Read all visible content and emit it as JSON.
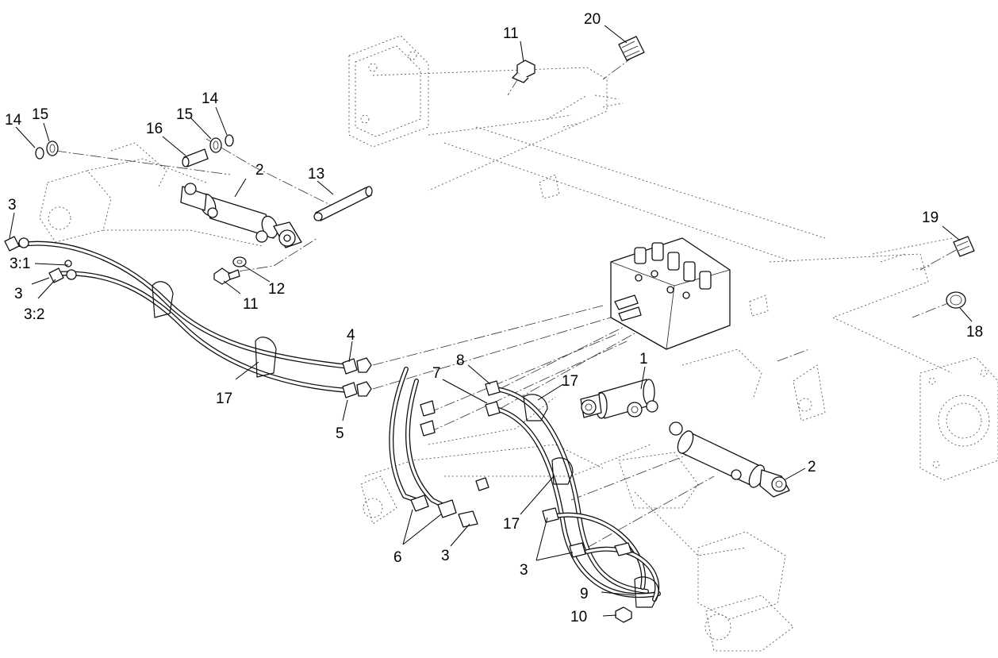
{
  "callouts": {
    "c1": "1",
    "c2a": "2",
    "c2b": "2",
    "c3a": "3",
    "c3b": "3",
    "c3c": "3",
    "c3d": "3",
    "c3_1": "3:1",
    "c3_2": "3:2",
    "c4": "4",
    "c5": "5",
    "c6": "6",
    "c7": "7",
    "c8": "8",
    "c9": "9",
    "c10": "10",
    "c11a": "11",
    "c11b": "11",
    "c12": "12",
    "c13": "13",
    "c14a": "14",
    "c14b": "14",
    "c15a": "15",
    "c15b": "15",
    "c16": "16",
    "c17a": "17",
    "c17b": "17",
    "c17c": "17",
    "c18": "18",
    "c19": "19",
    "c20": "20"
  }
}
